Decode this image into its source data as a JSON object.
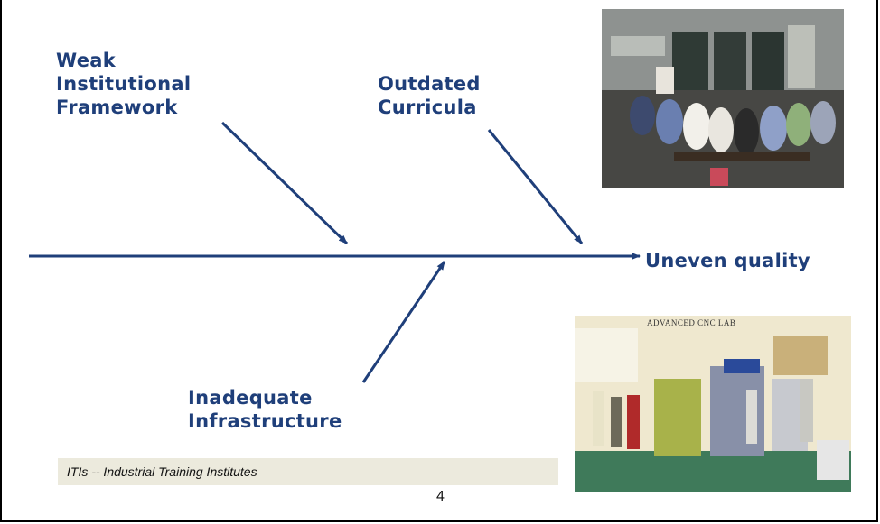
{
  "causes": {
    "weak_framework": [
      "Weak",
      "Institutional",
      "Framework"
    ],
    "outdated_curricula": [
      "Outdated",
      "Curricula"
    ],
    "inadequate_infrastructure": [
      "Inadequate",
      "Infrastructure"
    ]
  },
  "effect": "Uneven quality",
  "photos": {
    "classroom": {
      "icon": "classroom-photo"
    },
    "cnc_lab": {
      "icon": "cnc-lab-photo",
      "sign": "ADVANCED CNC LAB"
    }
  },
  "footnote": "ITIs -- Industrial Training Institutes",
  "page_number": "4",
  "colors": {
    "arrow": "#1f3f7a",
    "text": "#1f3f7a",
    "note_bg": "#eceadd"
  }
}
